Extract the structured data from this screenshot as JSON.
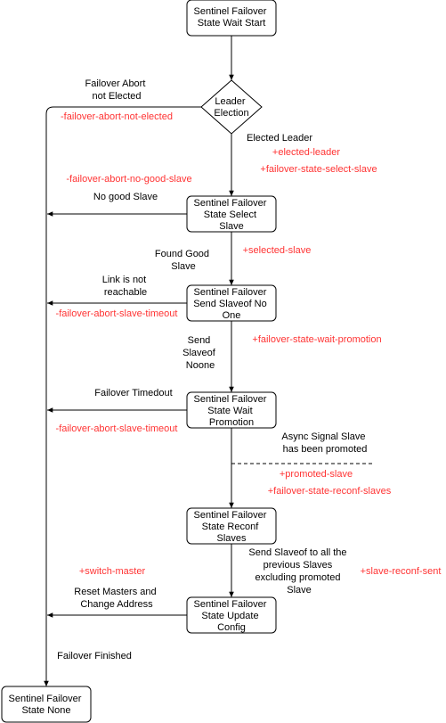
{
  "nodes": {
    "wait_start": [
      "Sentinel Failover",
      "State Wait Start"
    ],
    "leader_election": [
      "Leader",
      "Election"
    ],
    "select_slave": [
      "Sentinel Failover",
      "State Select",
      "Slave"
    ],
    "send_slaveof": [
      "Sentinel Failover",
      "Send Slaveof No",
      "One"
    ],
    "wait_promotion": [
      "Sentinel Failover",
      "State Wait",
      "Promotion"
    ],
    "reconf_slaves": [
      "Sentinel Failover",
      "State Reconf",
      "Slaves"
    ],
    "update_config": [
      "Sentinel Failover",
      "State Update",
      "Config"
    ],
    "none": [
      "Sentinel Failover",
      "State None"
    ]
  },
  "labels": {
    "abort_not_elected": [
      "Failover Abort",
      "not Elected"
    ],
    "elected_leader": [
      "Elected Leader"
    ],
    "no_good_slave": [
      "No good Slave"
    ],
    "found_good_slave": [
      "Found Good",
      "Slave"
    ],
    "link_not_reachable": [
      "Link is not",
      "reachable"
    ],
    "send_slaveof_noone": [
      "Send",
      "Slaveof",
      "Noone"
    ],
    "failover_timeout": [
      "Failover Timedout"
    ],
    "async_signal": [
      "Async Signal Slave",
      "has been promoted"
    ],
    "send_slaveof_all": [
      "Send Slaveof to all the",
      "previous Slaves",
      "excluding promoted",
      "Slave"
    ],
    "reset_masters": [
      "Reset Masters and",
      "Change Address"
    ],
    "failover_finished": [
      "Failover Finished"
    ]
  },
  "events": {
    "abort_not_elected": "-failover-abort-not-elected",
    "elected_leader": "+elected-leader",
    "state_select_slave": "+failover-state-select-slave",
    "abort_no_good_slave": "-failover-abort-no-good-slave",
    "selected_slave": "+selected-slave",
    "abort_slave_timeout_1": "-failover-abort-slave-timeout",
    "state_wait_promotion": "+failover-state-wait-promotion",
    "abort_slave_timeout_2": "-failover-abort-slave-timeout",
    "promoted_slave": "+promoted-slave",
    "state_reconf_slaves": "+failover-state-reconf-slaves",
    "switch_master": "+switch-master",
    "slave_reconf_sent": "+slave-reconf-sent"
  },
  "colors": {
    "event_text": "#ff3333",
    "stroke": "#000000",
    "background": "#ffffff"
  }
}
